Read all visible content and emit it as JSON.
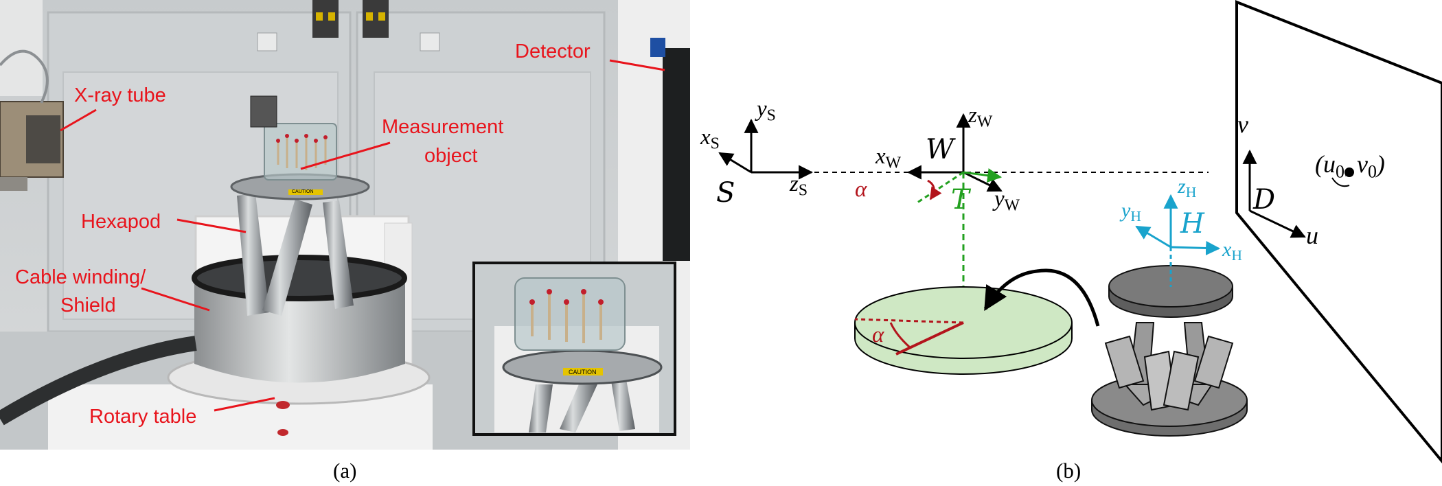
{
  "colors": {
    "photo_label": "#e8141c",
    "world_axes": "#000000",
    "transform_T": "#22a01f",
    "angle_alpha": "#b3141c",
    "hexapod_axes": "#19a3cc",
    "turntable_fill": "#cfe8c4",
    "hexapod_fill": "#7a7a7a"
  },
  "panel_a": {
    "caption": "(a)",
    "labels": {
      "detector": "Detector",
      "xray_tube": "X-ray tube",
      "measurement_object_1": "Measurement",
      "measurement_object_2": "object",
      "hexapod": "Hexapod",
      "cable_winding_1": "Cable winding/",
      "cable_winding_2": "Shield",
      "rotary_table": "Rotary table"
    },
    "sticker_text": "CAUTION"
  },
  "panel_b": {
    "caption": "(b)",
    "source": {
      "frame": "S",
      "x": "x",
      "x_sub": "S",
      "y": "y",
      "y_sub": "S",
      "z": "z",
      "z_sub": "S"
    },
    "world": {
      "frame": "W",
      "x": "x",
      "x_sub": "W",
      "y": "y",
      "y_sub": "W",
      "z": "z",
      "z_sub": "W"
    },
    "transform": {
      "symbol": "T"
    },
    "angle": {
      "symbol": "α"
    },
    "hexapod": {
      "frame": "H",
      "x": "x",
      "x_sub": "H",
      "y": "y",
      "y_sub": "H",
      "z": "z",
      "z_sub": "H"
    },
    "detector": {
      "frame": "D",
      "u": "u",
      "v": "v",
      "principal_point": "(u",
      "pp_sub0": "0",
      "pp_mid": ", v",
      "pp_sub1": "0",
      "pp_end": ")"
    }
  }
}
